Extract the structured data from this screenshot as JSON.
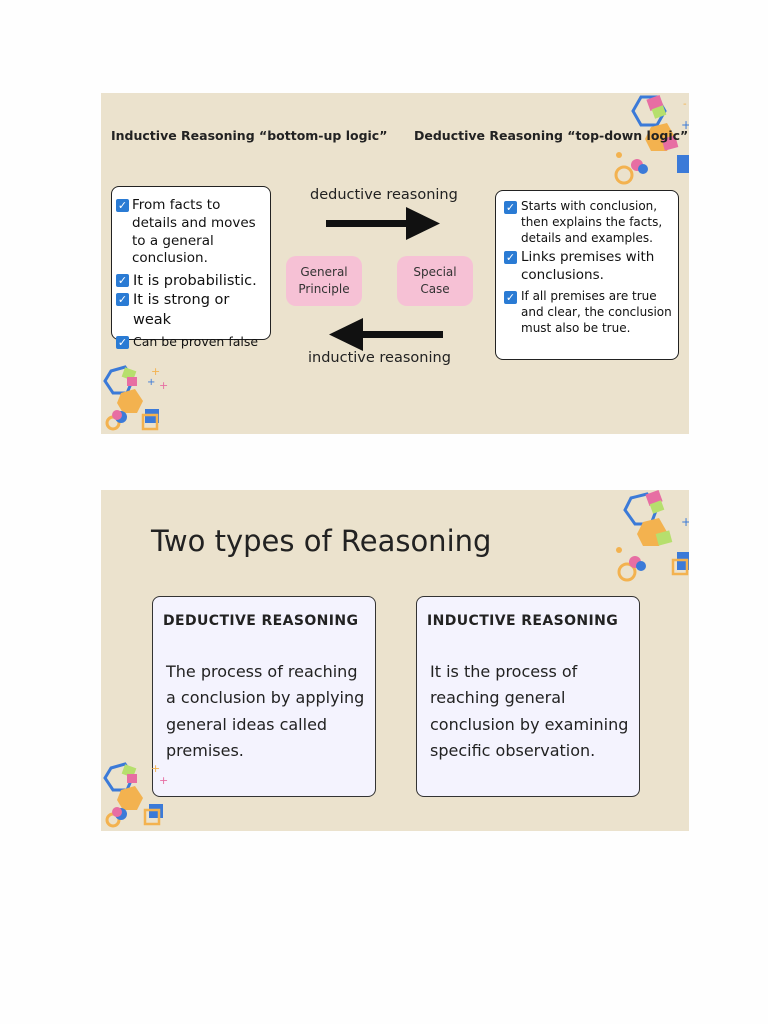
{
  "slide1": {
    "heading_left": "Inductive Reasoning “bottom-up logic”",
    "heading_right": "Deductive Reasoning “top-down logic”",
    "left_items": [
      "From facts to details and moves to a general conclusion.",
      "It is probabilistic.",
      "It is strong or weak",
      "Can be proven false"
    ],
    "right_items": [
      "Starts with conclusion, then explains the facts, details and examples.",
      "Links premises with conclusions.",
      "If all premises are true and clear, the conclusion must also be true."
    ],
    "arrow_top_label": "deductive reasoning",
    "arrow_bottom_label": "inductive reasoning",
    "pill_left": "General Principle",
    "pill_right": "Special Case"
  },
  "slide2": {
    "title": "Two types of Reasoning",
    "cards": [
      {
        "title": "DEDUCTIVE REASONING",
        "body": "The process of reaching a conclusion by applying general ideas called premises."
      },
      {
        "title": "INDUCTIVE REASONING",
        "body": "It is the process of reaching general conclusion by examining specific observation."
      }
    ]
  },
  "colors": {
    "slide_bg": "#ebe2cd",
    "checkbox": "#2a7bd4",
    "pill": "#f6c1d5",
    "card_bg": "#f4f3fe"
  }
}
